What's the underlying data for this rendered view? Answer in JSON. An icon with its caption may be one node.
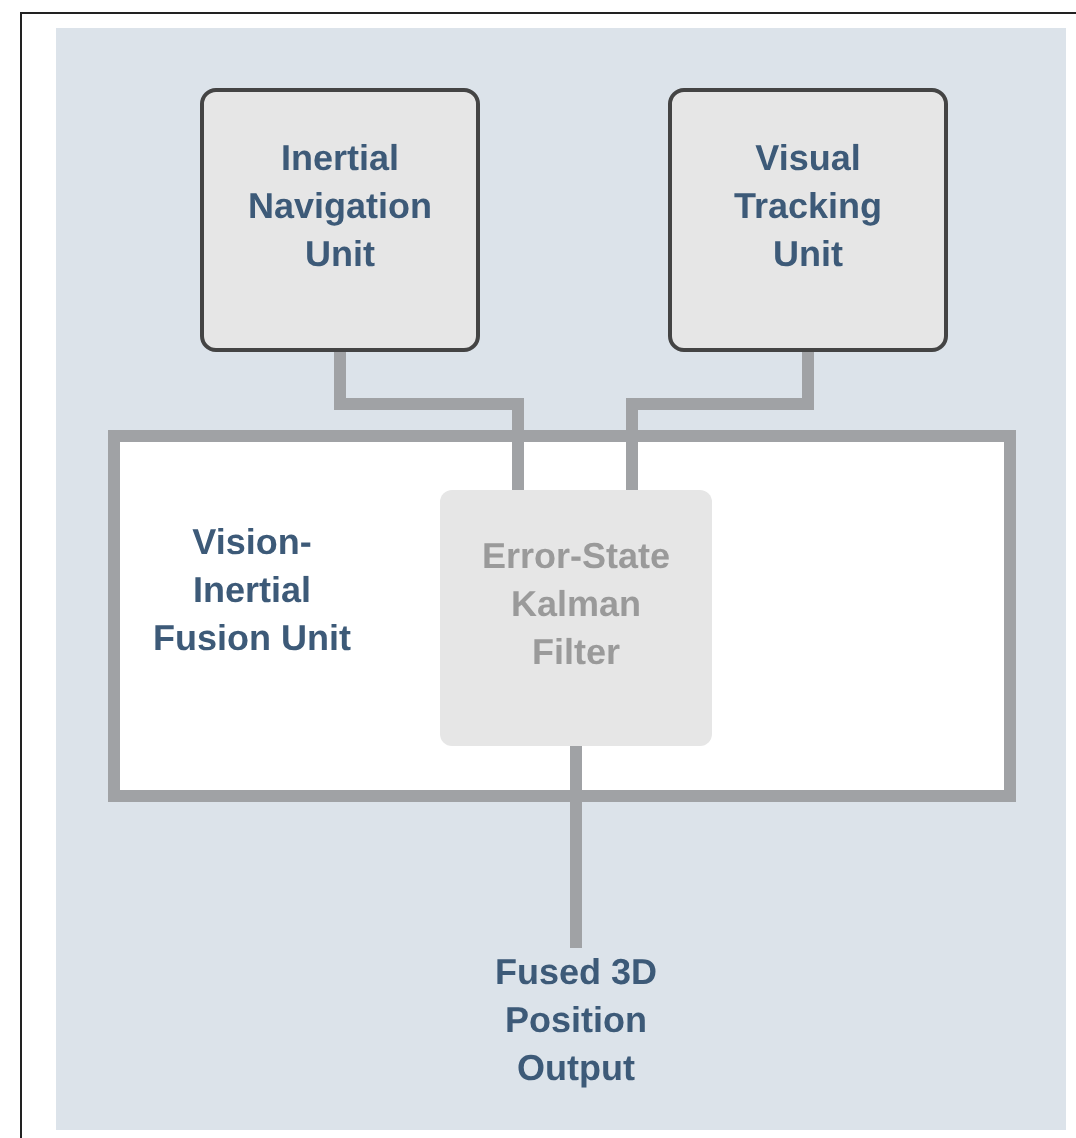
{
  "diagram": {
    "nodes": [
      {
        "text": [
          "Inertial Navigation Unit"
        ]
      },
      {
        "text": [
          "Visual Tracking Unit"
        ]
      },
      {
        "text": [
          "Vision-Inertial Fusion Unit"
        ]
      },
      {
        "text": [
          "Error-State Kalman Filter"
        ],
        "in": 2
      },
      {
        "text": [
          "Fused 3D Position Output"
        ]
      }
    ],
    "edges": [
      {
        "from": 0,
        "to": 3,
        "arrow": "none"
      },
      {
        "from": 1,
        "to": 3,
        "arrow": "none"
      },
      {
        "from": 3,
        "to": 4,
        "arrow": "none"
      }
    ]
  }
}
